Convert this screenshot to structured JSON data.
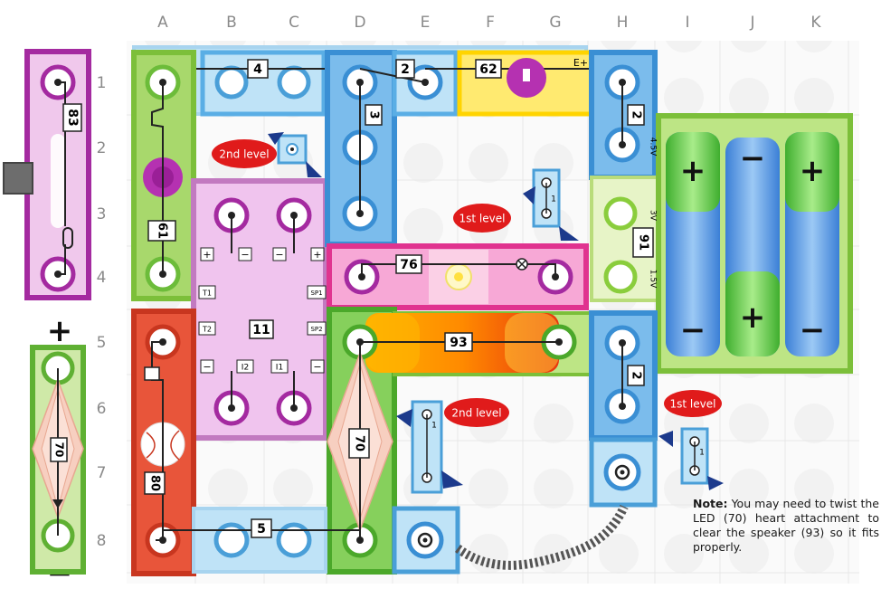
{
  "columns": [
    "A",
    "B",
    "C",
    "D",
    "E",
    "F",
    "G",
    "H",
    "I",
    "J",
    "K"
  ],
  "rows": [
    "1",
    "2",
    "3",
    "4",
    "5",
    "6",
    "7",
    "8"
  ],
  "parts": {
    "p83": "83",
    "p4": "4",
    "p2_top": "2",
    "p62": "62",
    "p62_pol": "E+",
    "p3": "3",
    "p2_h": "2",
    "p61": "61",
    "p11": "11",
    "p11_t1": "T1",
    "p11_t2": "T2",
    "p11_sp1": "SP1",
    "p11_sp2": "SP2",
    "p11_i1": "I1",
    "p11_i2": "I2",
    "p76": "76",
    "p91": "91",
    "p91_3v": "3V",
    "p91_15v": "1.5V",
    "p91_45v": "4.5V",
    "p93": "93",
    "p2_h5": "2",
    "p70_left": "70",
    "p70_center": "70",
    "p80": "80",
    "p5": "5",
    "p1_small": "1",
    "p1_small2": "1",
    "p1_small3": "1"
  },
  "levels": {
    "l2nd_a": "2nd level",
    "l1st_a": "1st level",
    "l2nd_b": "2nd level",
    "l1st_b": "1st level"
  },
  "symbols": {
    "plus": "+",
    "minus": "−"
  },
  "note": {
    "bold": "Note:",
    "text": "You may need to twist the LED (70) heart attachment to clear the speaker (93) so it fits properly."
  },
  "colors": {
    "grid": "#e6e6e6",
    "purple": "#c77dc7",
    "green": "#6cc24a",
    "blue": "#4aa3df",
    "red": "#e84a3c",
    "yellow": "#ffd400",
    "magenta": "#e0338f",
    "orange": "#f28c1c"
  }
}
